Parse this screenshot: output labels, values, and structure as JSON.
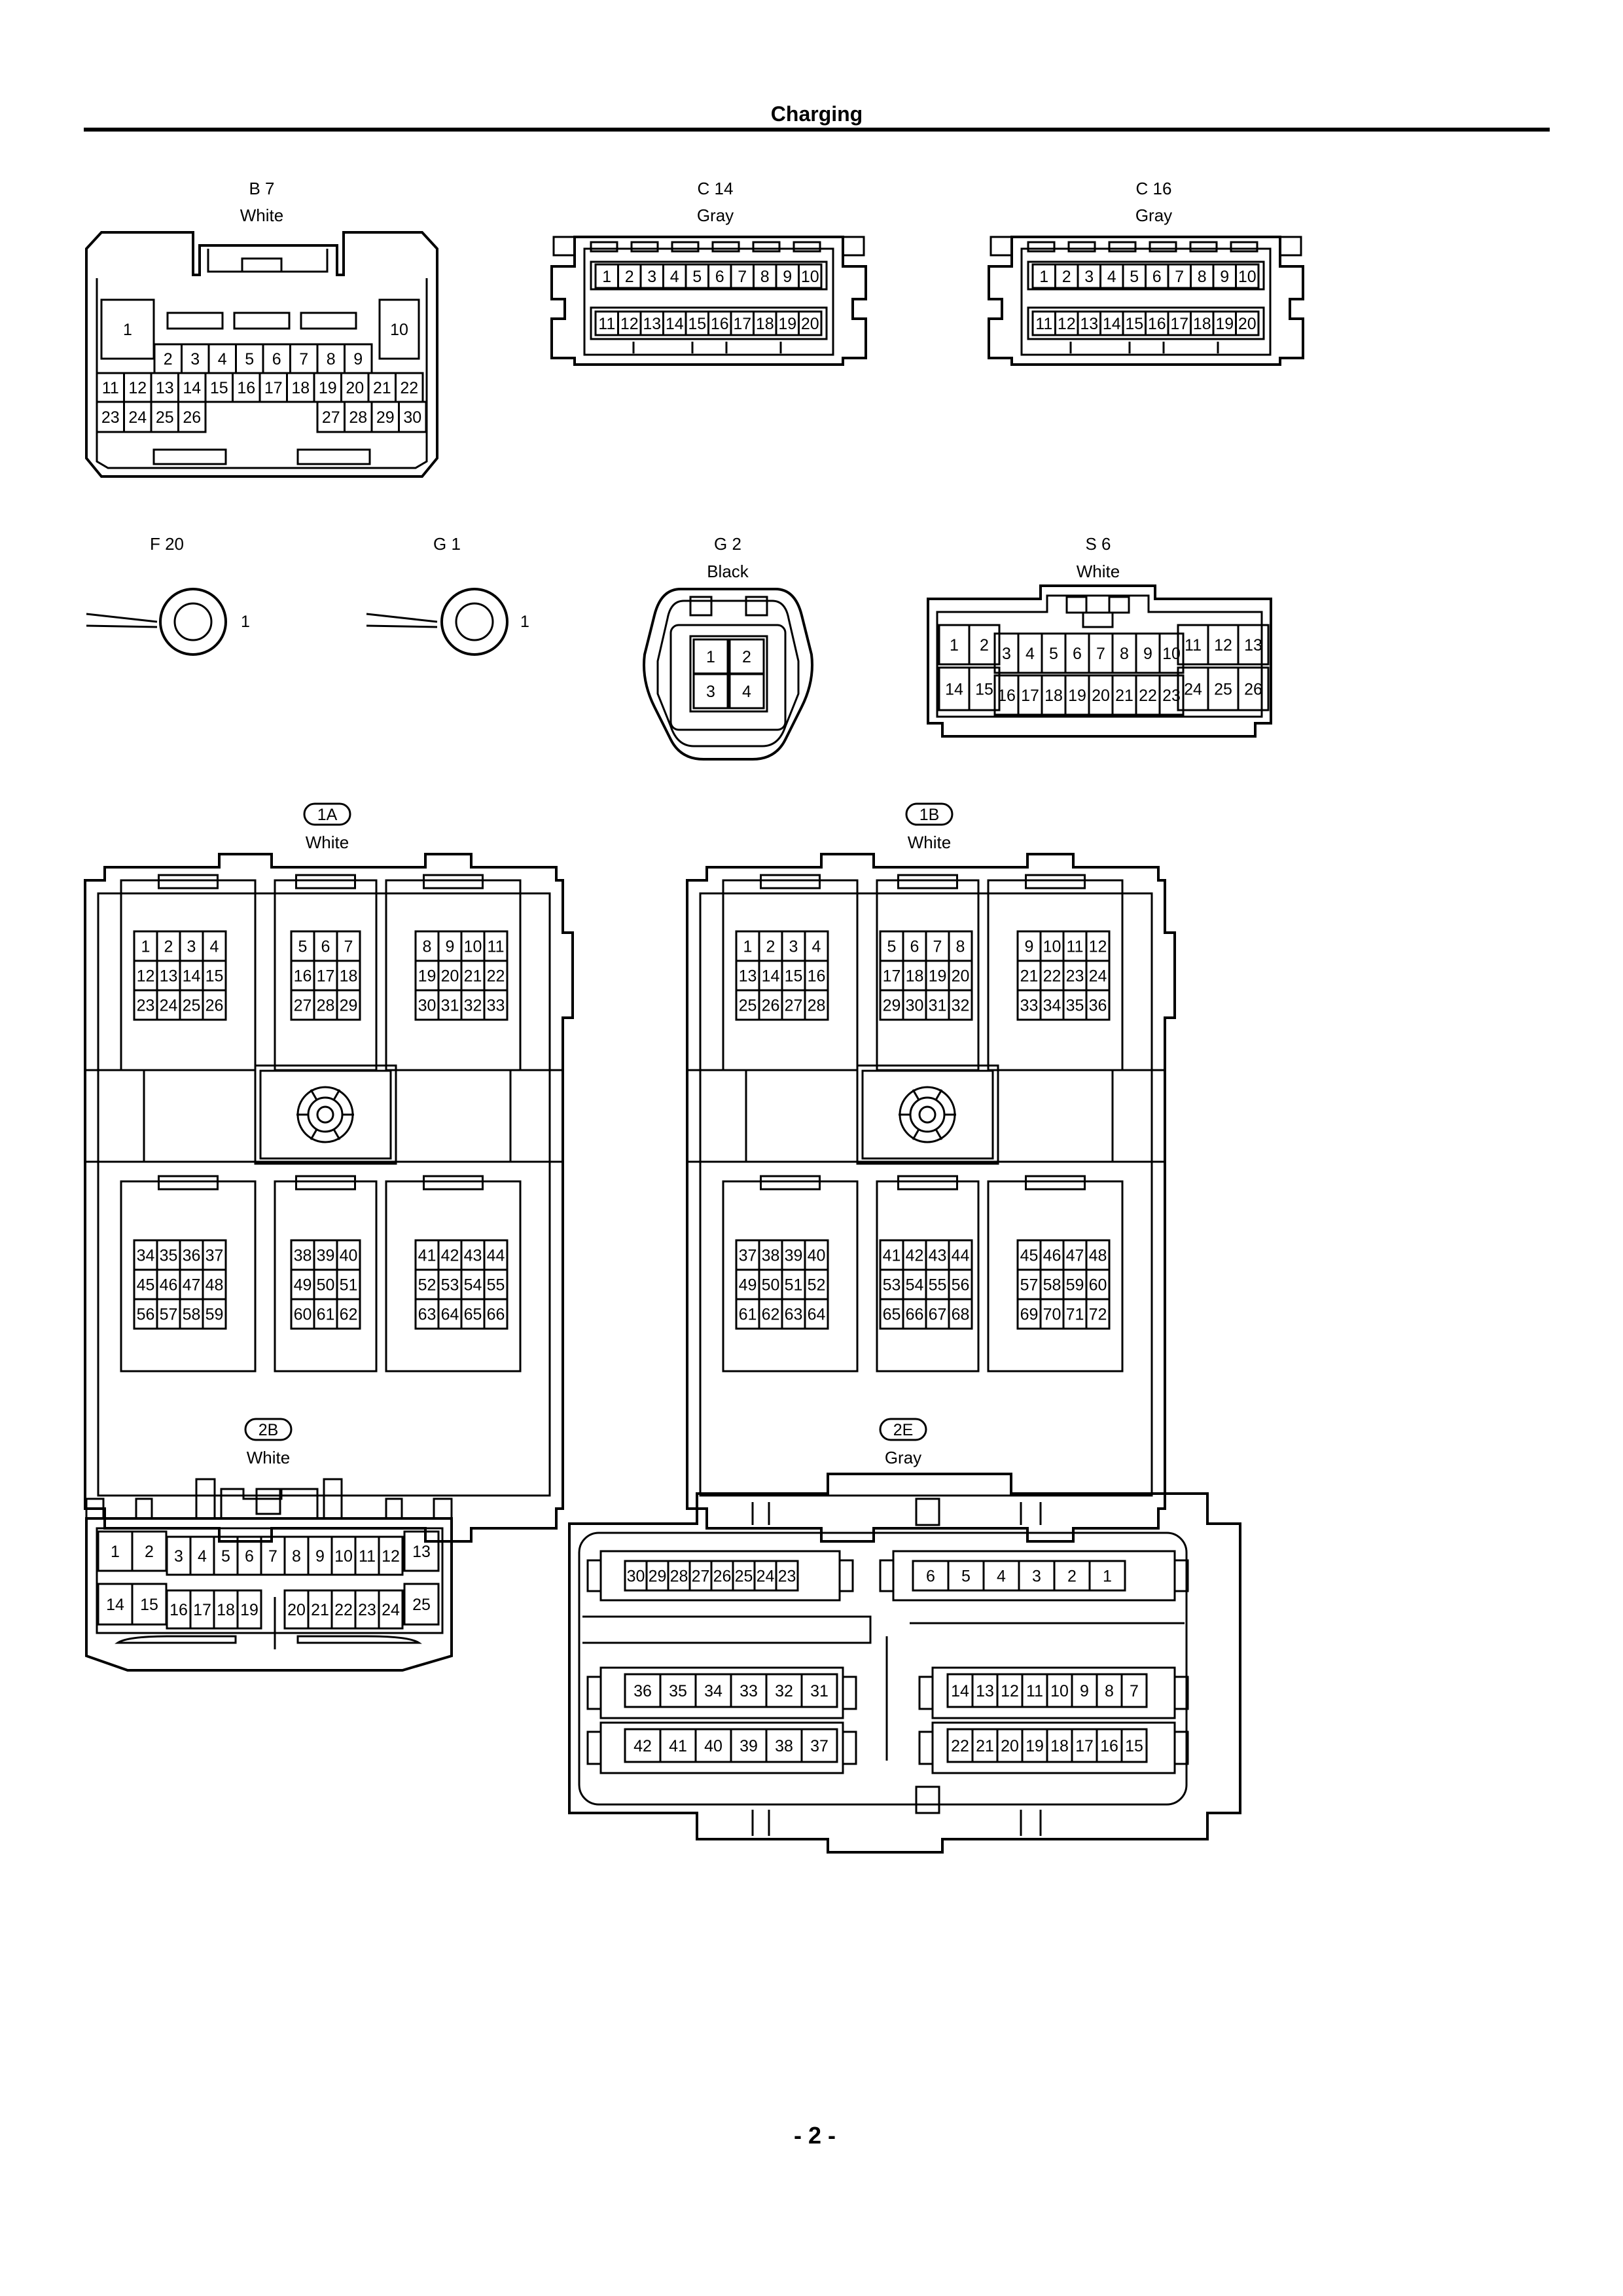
{
  "page": {
    "title": "Charging",
    "page_number": "- 2 -"
  },
  "connectors": {
    "b7": {
      "code": "B 7",
      "color": "White"
    },
    "c14": {
      "code": "C 14",
      "color": "Gray"
    },
    "c16": {
      "code": "C 16",
      "color": "Gray"
    },
    "f20": {
      "code": "F 20",
      "pin": "1"
    },
    "g1": {
      "code": "G 1",
      "pin": "1"
    },
    "g2": {
      "code": "G 2",
      "color": "Black"
    },
    "s6": {
      "code": "S 6",
      "color": "White"
    },
    "j1a": {
      "code": "1A",
      "color": "White"
    },
    "j1b": {
      "code": "1B",
      "color": "White"
    },
    "j2b": {
      "code": "2B",
      "color": "White"
    },
    "j2e": {
      "code": "2E",
      "color": "Gray"
    }
  }
}
